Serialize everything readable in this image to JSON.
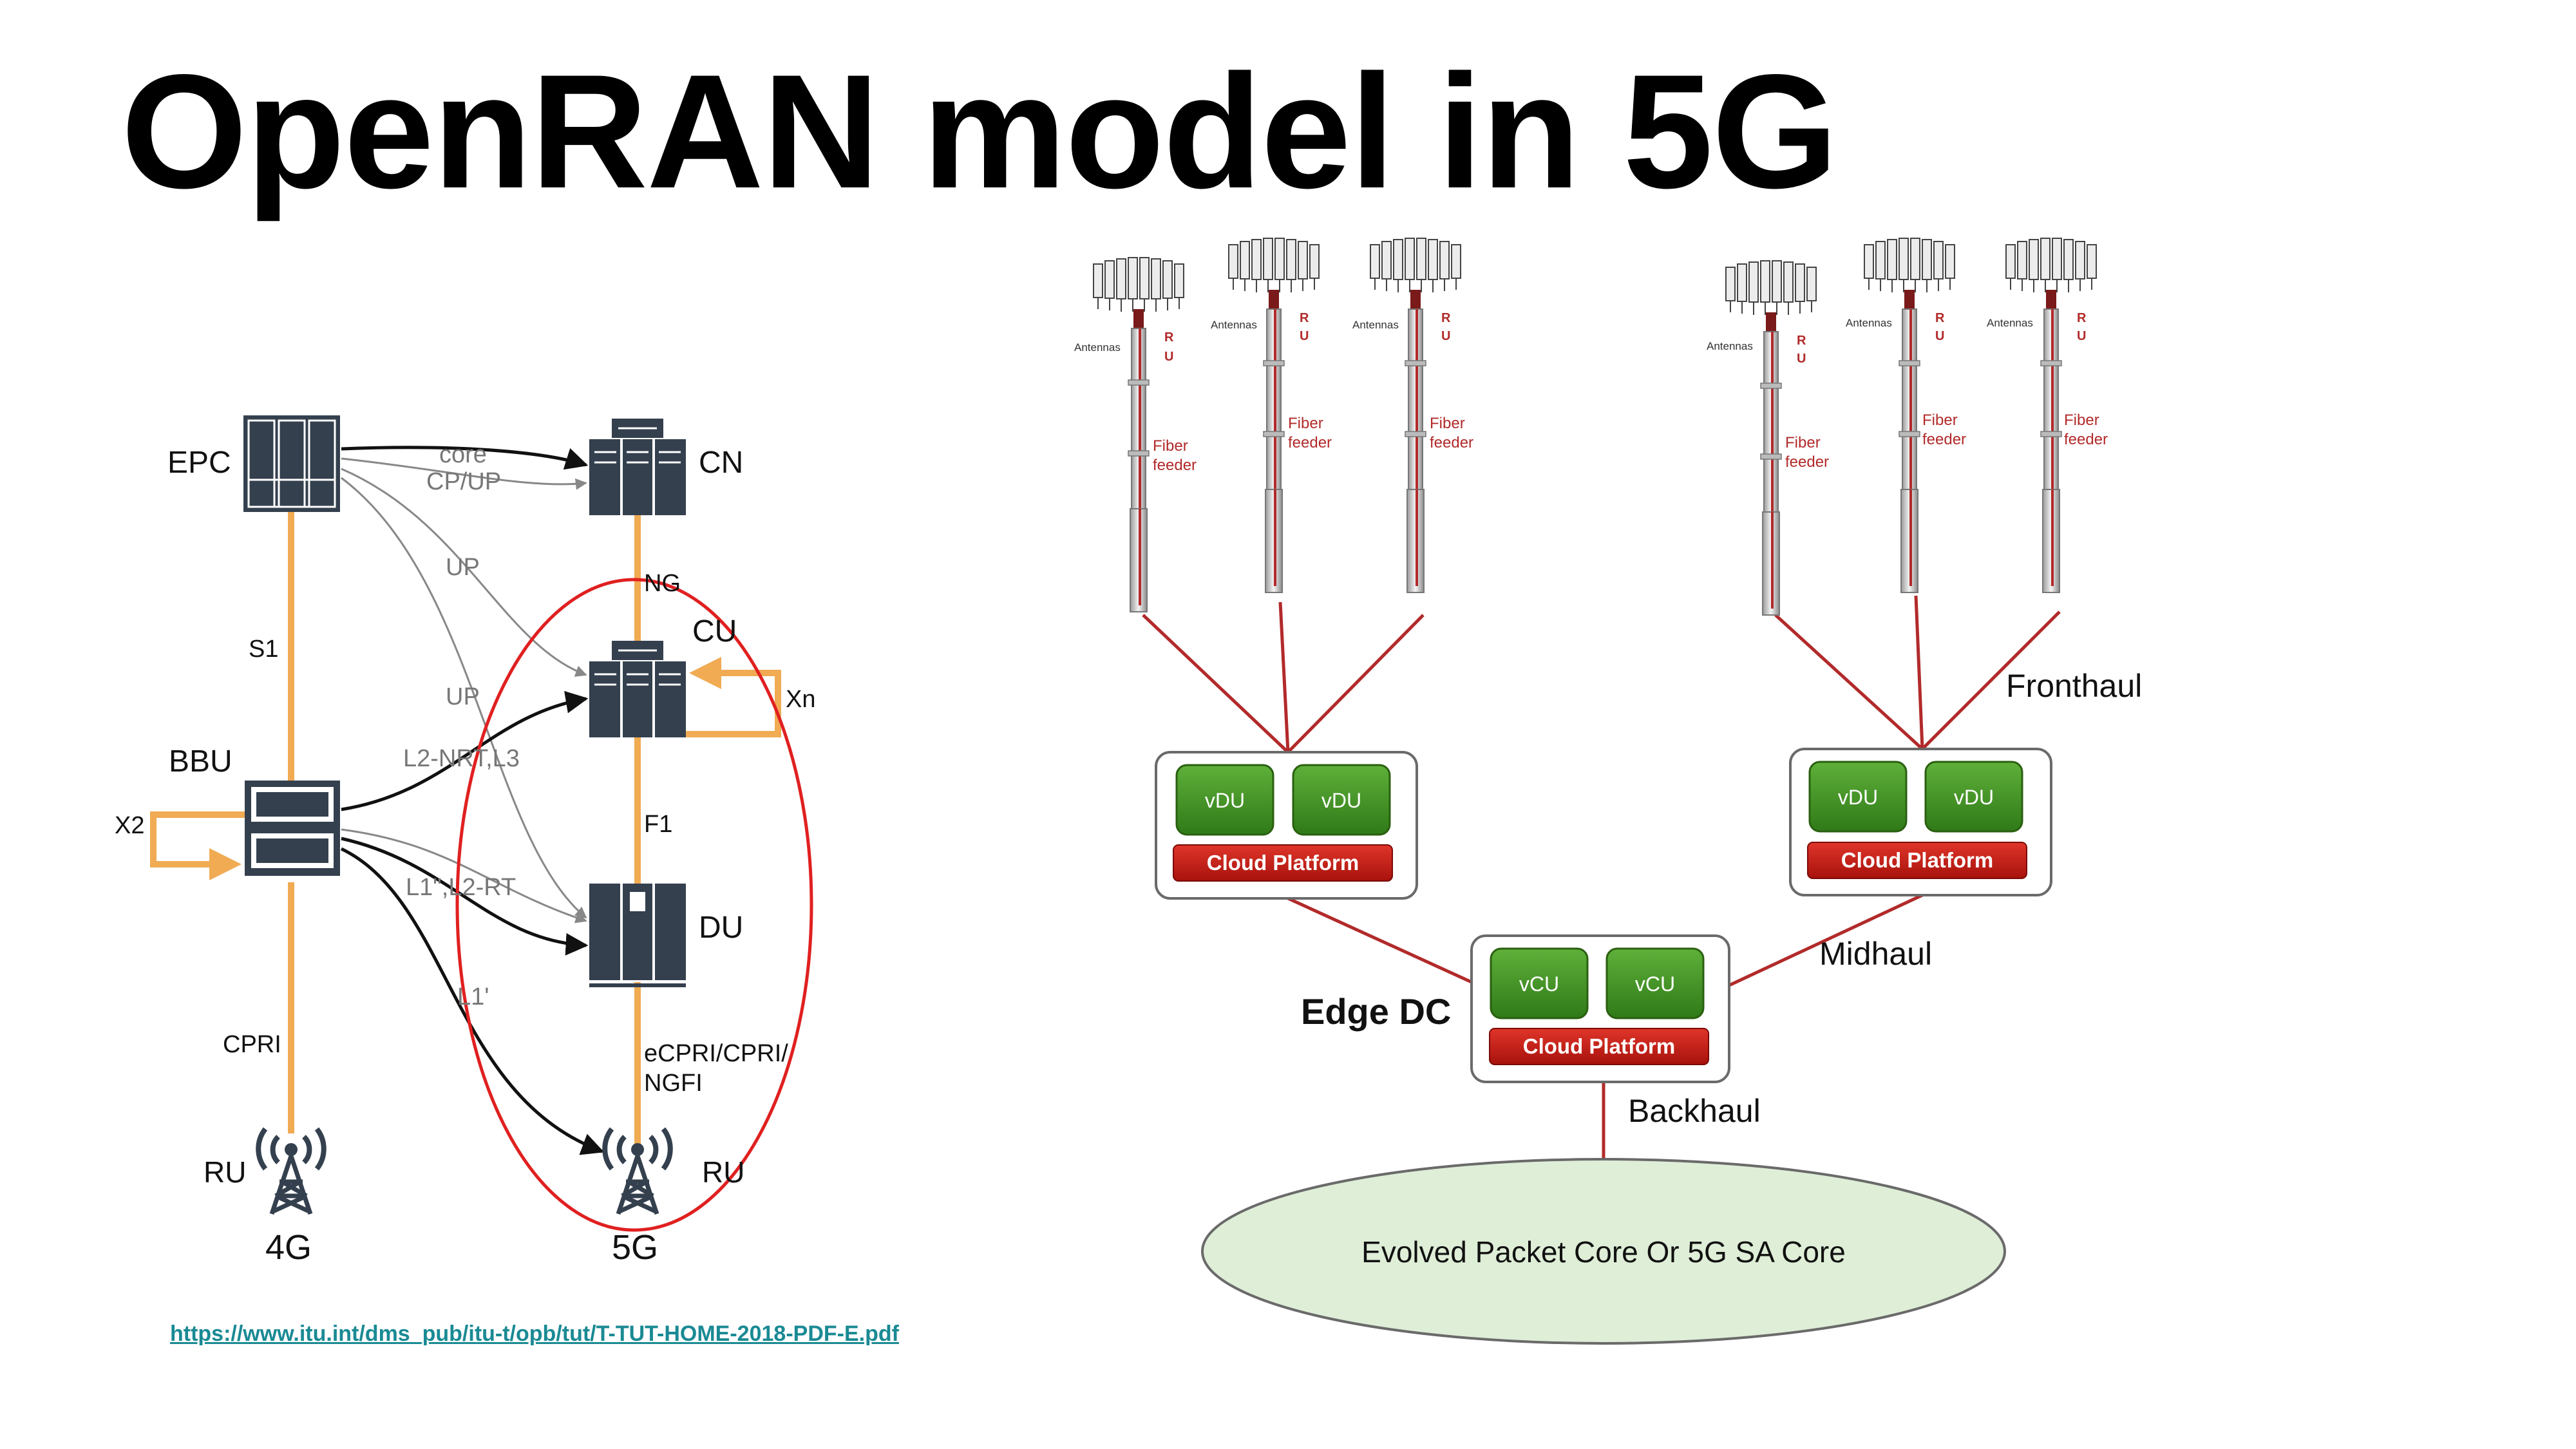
{
  "title": "OpenRAN model in 5G",
  "left_diagram": {
    "nodes": {
      "epc": "EPC",
      "cn": "CN",
      "cu": "CU",
      "bbu": "BBU",
      "du": "DU",
      "ru_4g": "RU",
      "ru_5g": "RU"
    },
    "links": {
      "core": "core",
      "cp_up": "CP/UP",
      "up_1": "UP",
      "up_2": "UP",
      "s1": "S1",
      "ng": "NG",
      "xn": "Xn",
      "x2": "X2",
      "l2_nrt_l3": "L2-NRT,L3",
      "f1": "F1",
      "l1_l2_rt": "L1\",L2-RT",
      "l1": "L1'",
      "cpri": "CPRI",
      "ecpri_1": "eCPRI/CPRI/",
      "ecpri_2": "NGFI"
    },
    "generations": {
      "g4": "4G",
      "g5": "5G"
    }
  },
  "right_diagram": {
    "antenna_label": "Antennas",
    "ru_letters": [
      "R",
      "U"
    ],
    "fiber_label_1": "Fiber",
    "fiber_label_2": "feeder",
    "vdu_label": "vDU",
    "vcu_label": "vCU",
    "cloud_platform_label": "Cloud Platform",
    "fronthaul": "Fronthaul",
    "midhaul": "Midhaul",
    "backhaul": "Backhaul",
    "edge_dc": "Edge DC",
    "core_network": "Evolved Packet Core Or 5G SA Core"
  },
  "source_url": "https://www.itu.int/dms_pub/itu-t/opb/tut/T-TUT-HOME-2018-PDF-E.pdf",
  "colors": {
    "link_orange": "#f0ab53",
    "node_dark": "#34404e",
    "ellipse_red": "#e02020",
    "fronthaul_line": "#b22a2a",
    "vm_green": "#3f8f22",
    "platform_red": "#c01a12",
    "core_fill": "#dfeed7"
  }
}
